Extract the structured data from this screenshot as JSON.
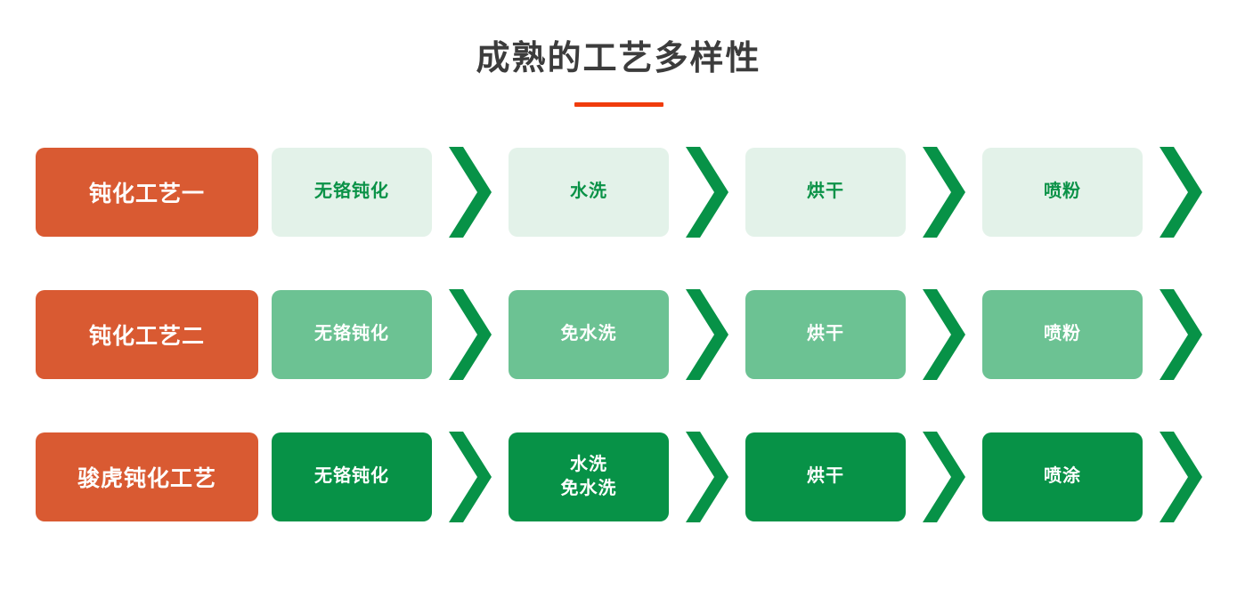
{
  "header": {
    "title": "成熟的工艺多样性",
    "accent_color": "#f03c0c"
  },
  "colors": {
    "orange_label": "#d95a32",
    "green_light_bg": "#e3f2e9",
    "green_light_text": "#0a9247",
    "green_mid_bg": "#6cc293",
    "green_dark_bg": "#079247",
    "chevron": "#079247",
    "title_text": "#3c3c3c"
  },
  "flow": {
    "rows": [
      {
        "label": "钝化工艺一",
        "tone": "light",
        "steps": [
          {
            "lines": [
              "无铬钝化"
            ]
          },
          {
            "lines": [
              "水洗"
            ]
          },
          {
            "lines": [
              "烘干"
            ]
          },
          {
            "lines": [
              "喷粉"
            ]
          }
        ]
      },
      {
        "label": "钝化工艺二",
        "tone": "mid",
        "steps": [
          {
            "lines": [
              "无铬钝化"
            ]
          },
          {
            "lines": [
              "免水洗"
            ]
          },
          {
            "lines": [
              "烘干"
            ]
          },
          {
            "lines": [
              "喷粉"
            ]
          }
        ]
      },
      {
        "label": "骏虎钝化工艺",
        "tone": "dark",
        "steps": [
          {
            "lines": [
              "无铬钝化"
            ]
          },
          {
            "lines": [
              "水洗",
              "免水洗"
            ]
          },
          {
            "lines": [
              "烘干"
            ]
          },
          {
            "lines": [
              "喷涂"
            ]
          }
        ]
      }
    ],
    "chevron_icon": "chevron-right-icon"
  }
}
